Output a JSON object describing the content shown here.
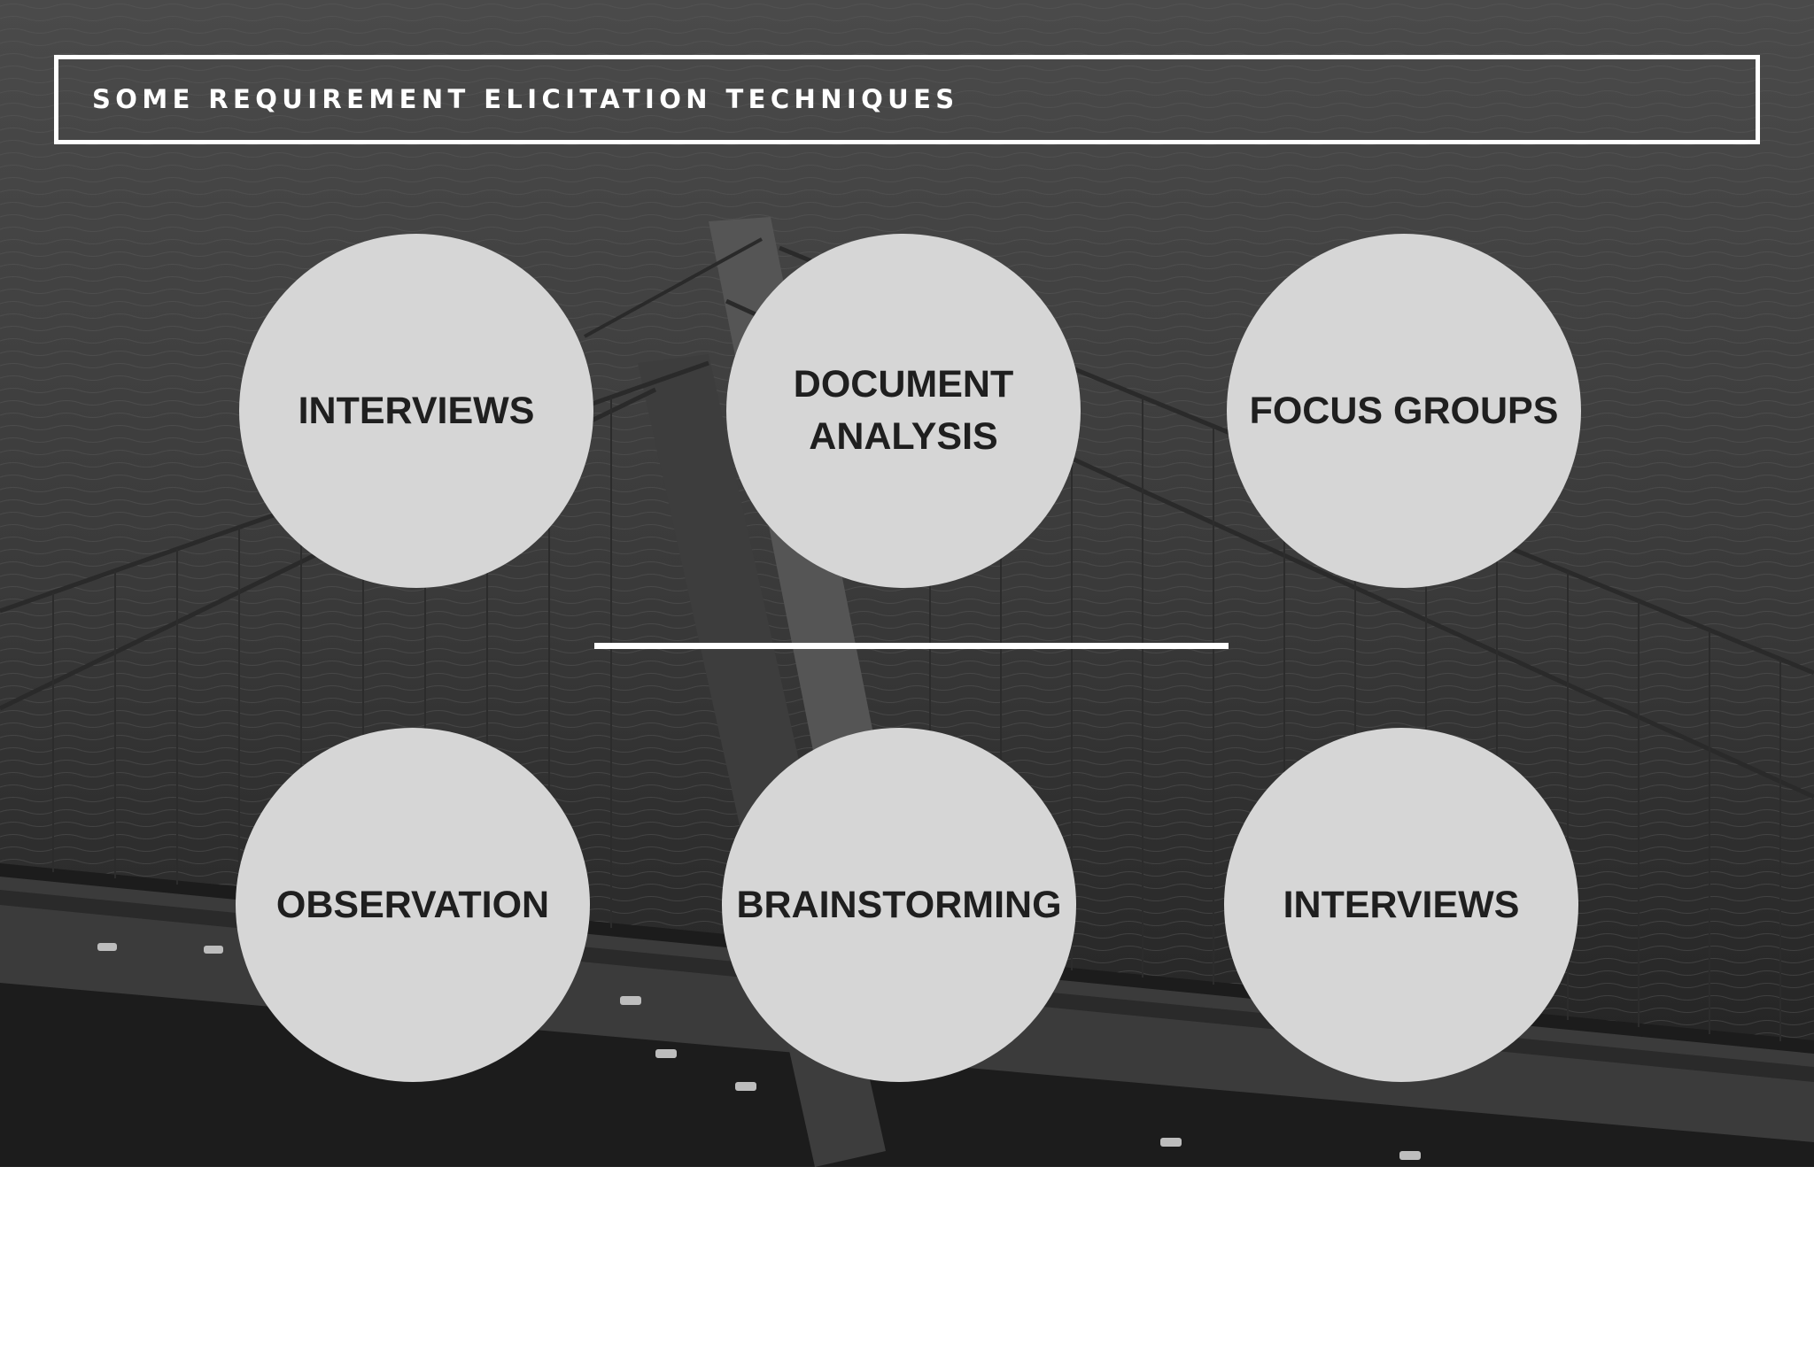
{
  "slide": {
    "title": "SOME REQUIREMENT ELICITATION TECHNIQUES",
    "background": "aerial-suspension-bridge-over-water-photo",
    "circle_color": "#d6d6d6",
    "text_color": "#1f1f1f"
  },
  "techniques": [
    {
      "label": "INTERVIEWS"
    },
    {
      "label": "DOCUMENT\nANALYSIS"
    },
    {
      "label": "FOCUS GROUPS"
    },
    {
      "label": "OBSERVATION"
    },
    {
      "label": "BRAINSTORMING"
    },
    {
      "label": "INTERVIEWS"
    }
  ]
}
